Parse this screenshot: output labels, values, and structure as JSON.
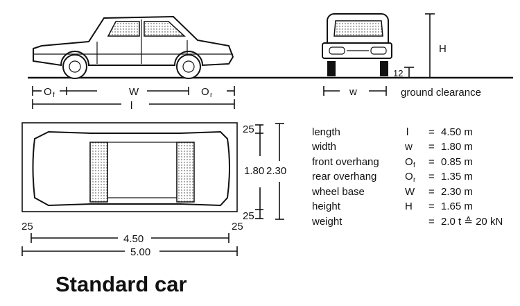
{
  "title": "Standard car",
  "side_view": {
    "front_overhang": "O",
    "front_overhang_sub": "f",
    "wheel_base": "W",
    "rear_overhang": "O",
    "rear_overhang_sub": "r",
    "length": "l"
  },
  "front_view": {
    "width": "w",
    "height": "H",
    "clearance_value": "12",
    "clearance_label": "ground clearance"
  },
  "plan_view": {
    "side_margin_top": "25",
    "side_margin_bottom": "25",
    "car_width": "1.80",
    "space_width": "2.30",
    "end_margin_left": "25",
    "end_margin_right": "25",
    "car_length": "4.50",
    "space_length": "5.00"
  },
  "specs": [
    {
      "label": "length",
      "symbol": "l",
      "sub": "",
      "eq": "=",
      "value": "4.50 m"
    },
    {
      "label": "width",
      "symbol": "w",
      "sub": "",
      "eq": "=",
      "value": "1.80 m"
    },
    {
      "label": "front overhang",
      "symbol": "O",
      "sub": "f",
      "eq": "=",
      "value": "0.85 m"
    },
    {
      "label": "rear overhang",
      "symbol": "O",
      "sub": "r",
      "eq": "=",
      "value": "1.35 m"
    },
    {
      "label": "wheel base",
      "symbol": "W",
      "sub": "",
      "eq": "=",
      "value": "2.30 m"
    },
    {
      "label": "height",
      "symbol": "H",
      "sub": "",
      "eq": "=",
      "value": "1.65 m"
    },
    {
      "label": "weight",
      "symbol": "",
      "sub": "",
      "eq": "=",
      "value": "2.0 t ≙ 20 kN"
    }
  ]
}
